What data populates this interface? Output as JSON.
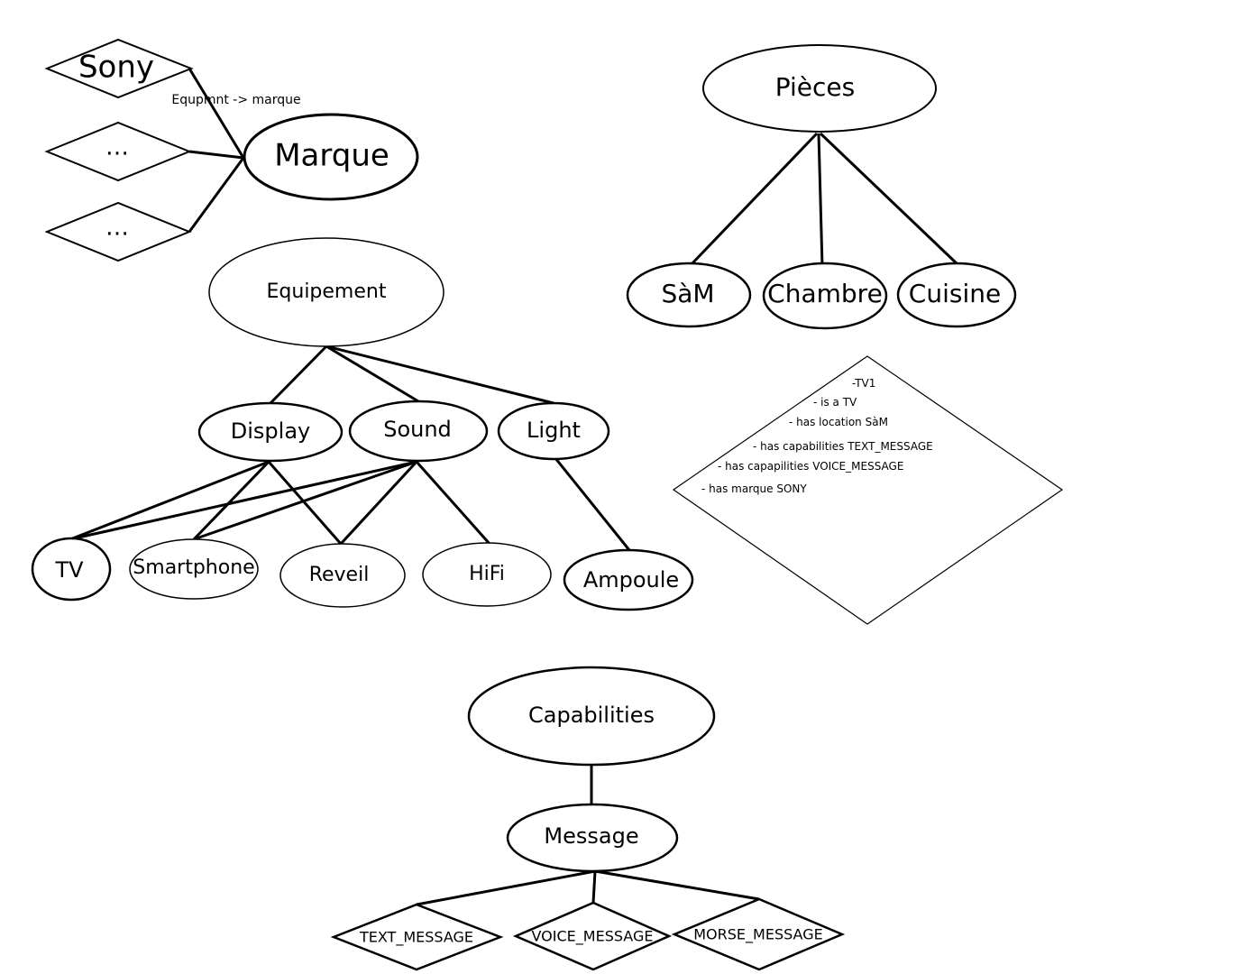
{
  "marque": {
    "title": "Marque",
    "brands": [
      "Sony",
      "…",
      "…"
    ],
    "relation_label": "Equpmnt -> marque"
  },
  "pieces": {
    "title": "Pièces",
    "rooms": [
      "SàM",
      "Chambre",
      "Cuisine"
    ]
  },
  "equipement": {
    "title": "Equipement",
    "categories": [
      "Display",
      "Sound",
      "Light"
    ],
    "devices": [
      "TV",
      "Smartphone",
      "Reveil",
      "HiFi",
      "Ampoule"
    ]
  },
  "instance": {
    "lines": [
      "-TV1",
      "- is a TV",
      "- has location SàM",
      "- has capabilities TEXT_MESSAGE",
      "- has capapilities VOICE_MESSAGE",
      "- has marque SONY"
    ]
  },
  "capabilities": {
    "title": "Capabilities",
    "child": "Message",
    "types": [
      "TEXT_MESSAGE",
      "VOICE_MESSAGE",
      "MORSE_MESSAGE"
    ]
  }
}
